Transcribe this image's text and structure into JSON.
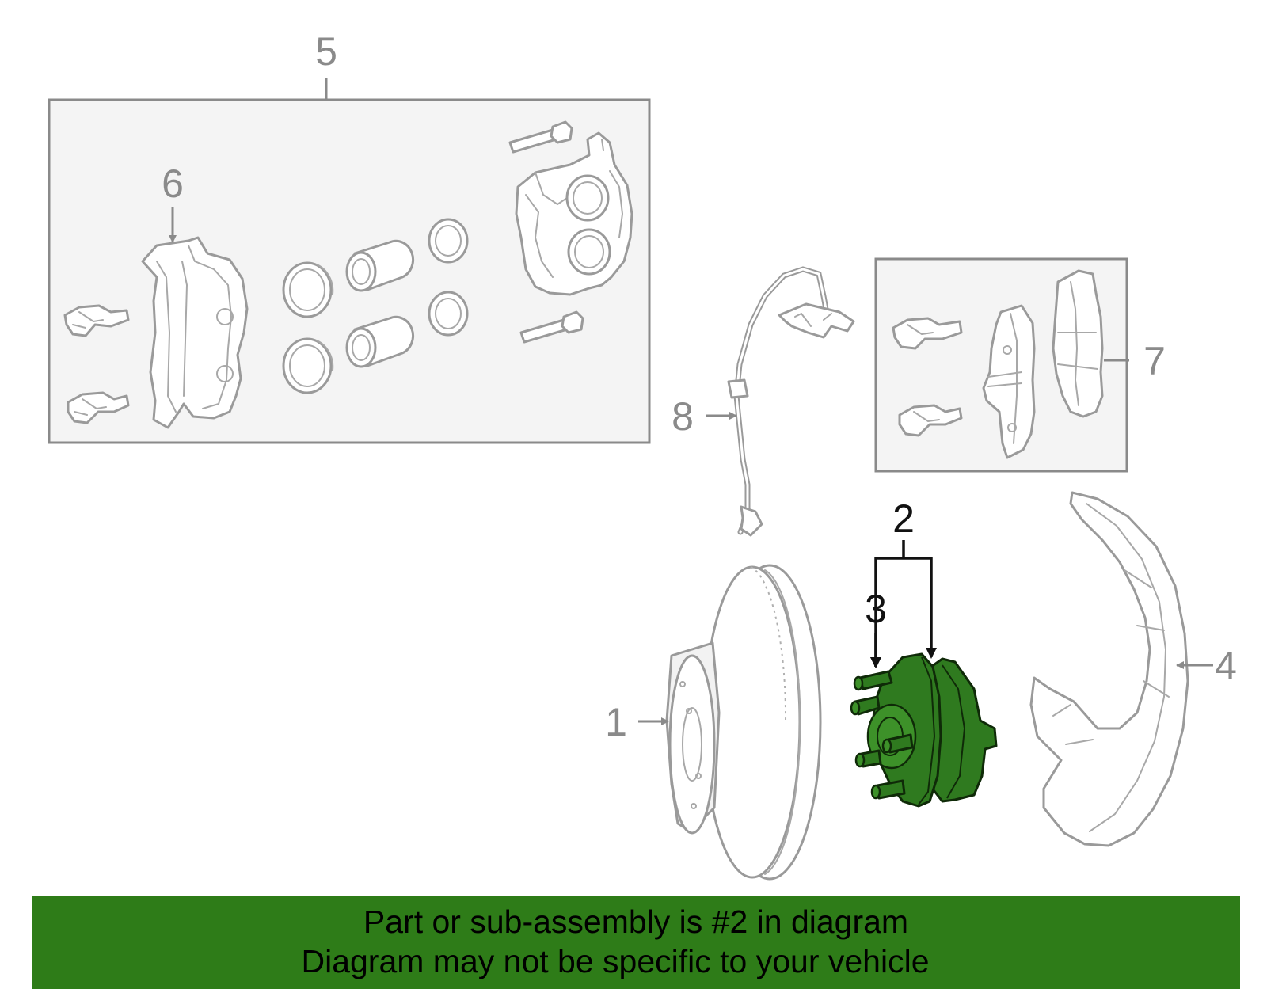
{
  "callouts": {
    "c1": "1",
    "c2": "2",
    "c3": "3",
    "c4": "4",
    "c5": "5",
    "c6": "6",
    "c7": "7",
    "c8": "8"
  },
  "banner": {
    "line1": "Part or sub-assembly is #2 in diagram",
    "line2": "Diagram may not be specific to your vehicle",
    "color": "#2e7c18"
  },
  "highlight_color": "#2f7a1f",
  "highlighted_part": "2"
}
